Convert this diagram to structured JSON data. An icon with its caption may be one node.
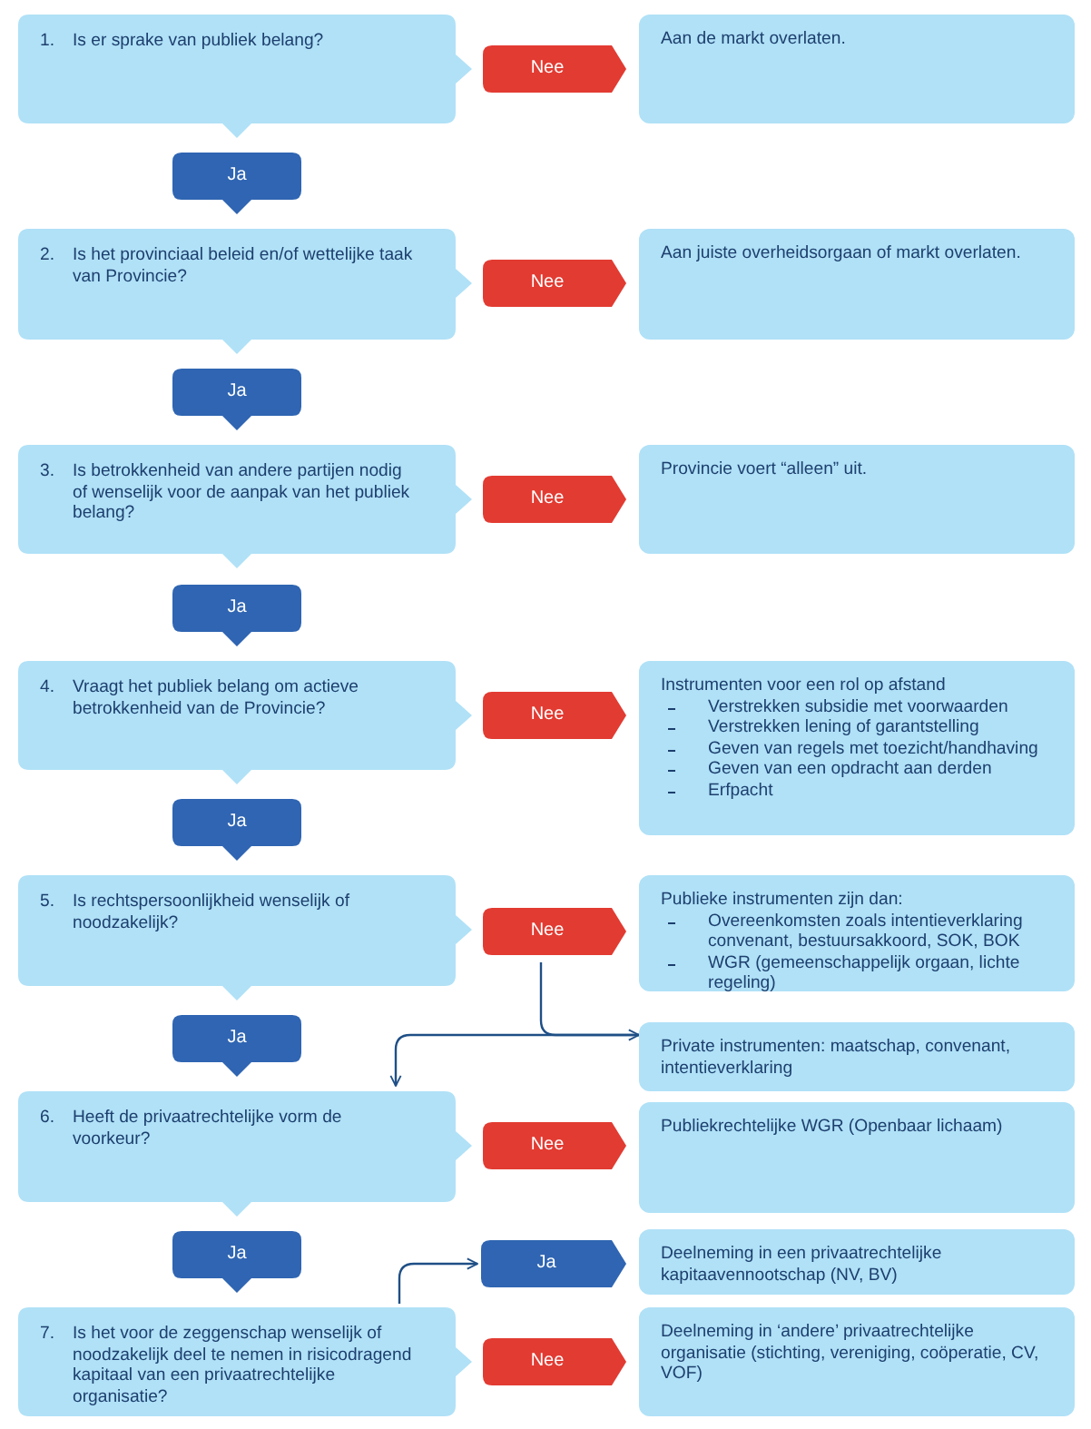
{
  "diagram": {
    "nodes": [
      {
        "text": [
          "1.",
          "Is er sprake van publiek belang?"
        ]
      },
      {
        "text": [
          "Nee"
        ]
      },
      {
        "text": [
          "Aan de markt overlaten."
        ]
      },
      {
        "text": [
          "Ja"
        ]
      },
      {
        "text": [
          "2.",
          "Is het provinciaal beleid en/of wettelijke taak van Provincie?"
        ]
      },
      {
        "text": [
          "Nee"
        ]
      },
      {
        "text": [
          "Aan juiste overheidsorgaan of markt overlaten."
        ]
      },
      {
        "text": [
          "Ja"
        ]
      },
      {
        "text": [
          "3.",
          "Is betrokkenheid van andere partijen nodig of wenselijk voor de aanpak van het publiek belang?"
        ]
      },
      {
        "text": [
          "Nee"
        ]
      },
      {
        "text": [
          "Provincie voert “alleen” uit."
        ]
      },
      {
        "text": [
          "Ja"
        ]
      },
      {
        "text": [
          "4.",
          "Vraagt het publiek belang om actieve betrokkenheid van de Provincie?"
        ]
      },
      {
        "text": [
          "Nee"
        ]
      },
      {
        "text": [
          "Instrumenten voor een rol op afstand",
          "Verstrekken subsidie met voorwaarden",
          "Verstrekken lening of garantstelling",
          "Geven van regels met toezicht/handhaving",
          "Geven van een opdracht aan derden",
          "Erfpacht"
        ]
      },
      {
        "text": [
          "Ja"
        ]
      },
      {
        "text": [
          "5.",
          "Is rechtspersoonlijkheid wenselijk of noodzakelijk?"
        ]
      },
      {
        "text": [
          "Nee"
        ]
      },
      {
        "text": [
          "Publieke instrumenten zijn dan:",
          "Overeenkomsten zoals intentieverklaring convenant, bestuursakkoord, SOK, BOK",
          "WGR (gemeenschappelijk orgaan, lichte regeling)"
        ]
      },
      {
        "text": [
          "Ja"
        ]
      },
      {
        "text": [
          "Private instrumenten: maatschap, convenant, intentieverklaring"
        ]
      },
      {
        "text": [
          "6.",
          "Heeft de privaatrechtelijke vorm de voorkeur?"
        ]
      },
      {
        "text": [
          "Nee"
        ]
      },
      {
        "text": [
          "Publiekrechtelijke WGR (Openbaar lichaam)"
        ]
      },
      {
        "text": [
          "Ja"
        ]
      },
      {
        "text": [
          "Ja"
        ]
      },
      {
        "text": [
          "Deelneming in een privaatrechtelijke kapitaavennootschap (NV, BV)"
        ]
      },
      {
        "text": [
          "7.",
          "Is het voor de zeggenschap wenselijk of noodzakelijk deel te nemen in risicodragend kapitaal van een privaatrechtelijke organisatie?"
        ]
      },
      {
        "text": [
          "Nee"
        ]
      },
      {
        "text": [
          "Deelneming in ‘andere’ privaatrechtelijke organisatie (stichting, vereniging, coöperatie, CV, VOF)"
        ]
      }
    ],
    "edges": [
      {
        "from": 17,
        "to": 20,
        "arrow": "to"
      },
      {
        "from": 20,
        "to": 21,
        "arrow": "to"
      },
      {
        "from": 27,
        "to": 25,
        "arrow": "to"
      }
    ]
  }
}
